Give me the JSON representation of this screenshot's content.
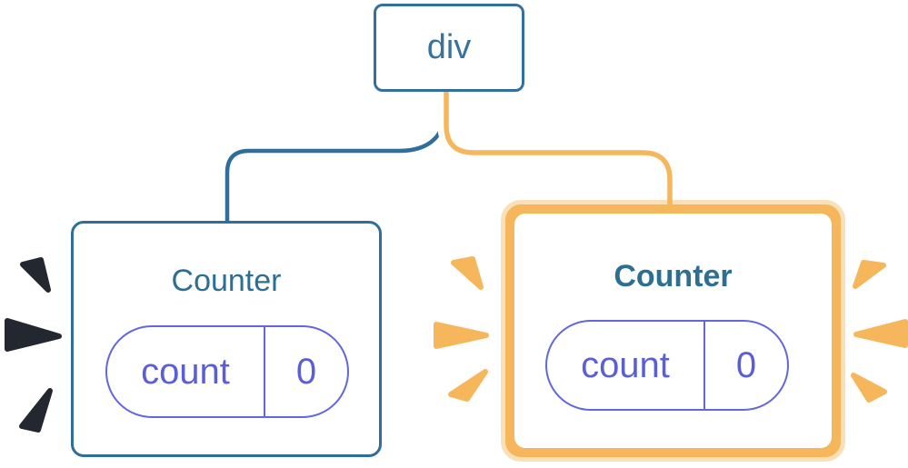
{
  "diagram": {
    "description": "React component tree: a div root element with two Counter child components; the second Counter is highlighted as updated",
    "root": {
      "label": "div"
    },
    "children": [
      {
        "title": "Counter",
        "highlighted": false,
        "state": {
          "label": "count",
          "value": "0"
        },
        "spark_style": "dark",
        "edge_color": "blue"
      },
      {
        "title": "Counter",
        "highlighted": true,
        "state": {
          "label": "count",
          "value": "0"
        },
        "spark_style": "orange",
        "edge_color": "orange"
      }
    ]
  },
  "icons": {
    "left_card_decoration": "burst-marks-dark",
    "right_card_decoration": "burst-marks-orange"
  },
  "theme": {
    "blue": "#33719C",
    "blue-line": "#2E6E99",
    "title-blue": "#2D6E93",
    "purple-border": "#6366DF",
    "purple-text": "#5B5FD6",
    "orange": "#F6B75C",
    "orange-pale": "#FAE0B9",
    "spark-dark": "#23272F",
    "bg": "#FFFFFF"
  }
}
